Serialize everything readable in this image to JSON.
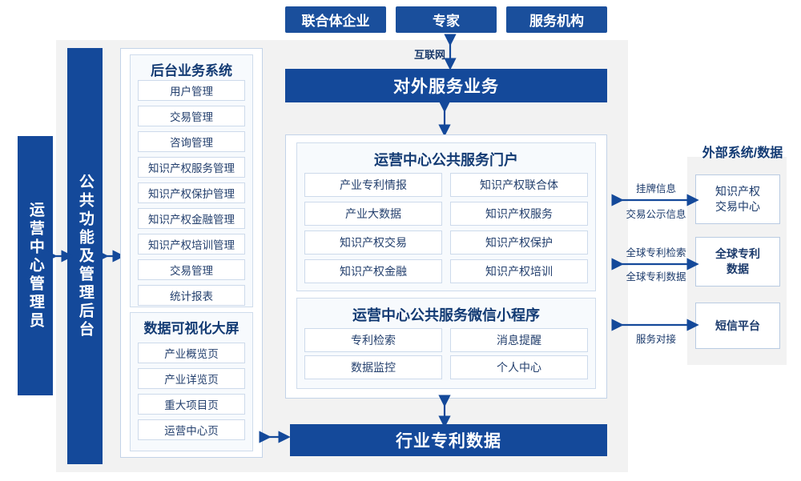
{
  "top_entities": [
    {
      "label": "联合体企业"
    },
    {
      "label": "专家"
    },
    {
      "label": "服务机构"
    }
  ],
  "internet_label": "互联网",
  "external_service_bar": "对外服务业务",
  "industry_patent_bar": "行业专利数据",
  "left_bars": [
    {
      "label": "运营中心管理员"
    },
    {
      "label": "公共功能及管理后台"
    }
  ],
  "backend_system": {
    "title": "后台业务系统",
    "items": [
      "用户管理",
      "交易管理",
      "咨询管理",
      "知识产权服务管理",
      "知识产权保护管理",
      "知识产权金融管理",
      "知识产权培训管理",
      "交易管理",
      "统计报表"
    ]
  },
  "data_visualization": {
    "title": "数据可视化大屏",
    "items": [
      "产业概览页",
      "产业详览页",
      "重大项目页",
      "运营中心页"
    ]
  },
  "portal": {
    "title": "运营中心公共服务门户",
    "items": [
      "产业专利情报",
      "知识产权联合体",
      "产业大数据",
      "知识产权服务",
      "知识产权交易",
      "知识产权保护",
      "知识产权金融",
      "知识产权培训"
    ]
  },
  "miniprogram": {
    "title": "运营中心公共服务微信小程序",
    "items": [
      "专利检索",
      "消息提醒",
      "数据监控",
      "个人中心"
    ]
  },
  "external": {
    "title": "外部系统/数据",
    "items": [
      {
        "label": "知识产权\n交易中心"
      },
      {
        "label": "全球专利\n数据"
      },
      {
        "label": "短信平台"
      }
    ],
    "connector_labels": [
      "挂牌信息",
      "交易公示信息",
      "全球专利检索",
      "全球专利数据",
      "服务对接"
    ]
  },
  "colors": {
    "brand_blue": "#14499a",
    "pill_blue": "#1a4f9c",
    "panel_border": "#c3d3e8",
    "gray_bg": "#f2f2f2",
    "text_blue": "#1b3a6b"
  }
}
